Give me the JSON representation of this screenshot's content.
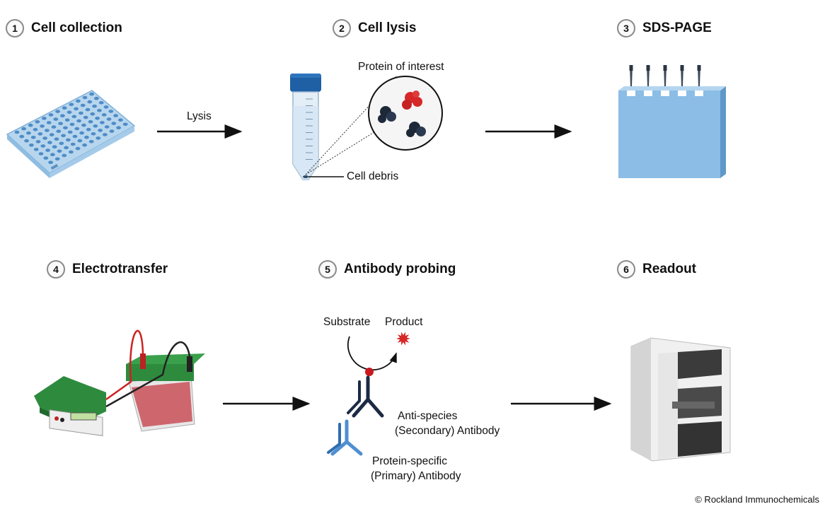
{
  "steps": [
    {
      "number": "1",
      "title": "Cell collection"
    },
    {
      "number": "2",
      "title": "Cell lysis"
    },
    {
      "number": "3",
      "title": "SDS-PAGE"
    },
    {
      "number": "4",
      "title": "Electrotransfer"
    },
    {
      "number": "5",
      "title": "Antibody probing"
    },
    {
      "number": "6",
      "title": "Readout"
    }
  ],
  "labels": {
    "lysis": "Lysis",
    "protein_of_interest": "Protein of interest",
    "cell_debris": "Cell debris",
    "substrate": "Substrate",
    "product": "Product",
    "secondary_line1": "Anti-species",
    "secondary_line2": "(Secondary) Antibody",
    "primary_line1": "Protein-specific",
    "primary_line2": "(Primary) Antibody"
  },
  "copyright": "© Rockland Immunochemicals",
  "colors": {
    "plate": "#9cc6e6",
    "gel": "#8bbde6",
    "tube_cap": "#1f5fa3",
    "protein_red": "#d62828",
    "protein_dark": "#1d2838",
    "box_green": "#2e8b3e",
    "buffer_red": "#c94f58",
    "antibody_dark": "#1c2a44",
    "antibody_blue": "#4f8fd0"
  }
}
